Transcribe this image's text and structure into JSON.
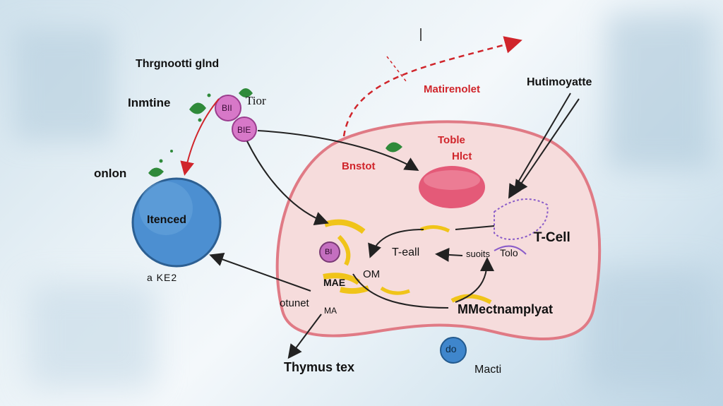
{
  "labels": {
    "thyroid": "Thrgnootti glnd",
    "immune": "Inmtine",
    "tior": "Tior",
    "onion": "onlon",
    "big_cell": "Itenced",
    "small_code": "a KE2",
    "magnoin": "Matirenolet",
    "hutin": "Hutimoyatte",
    "tobie": "Toble",
    "hict": "Hlct",
    "brstot": "Bnstot",
    "tcell_right": "T-Cell",
    "tcell_inner": "T-eall",
    "suoits": "suoits",
    "tolo": "Tolo",
    "om": "OM",
    "mae": "MAE",
    "otunet": "otunet",
    "ma": "MA",
    "mm_ect": "MMectnamplyat",
    "thymus": "Thymus tex",
    "macti": "Macti",
    "do": "do",
    "blue_dot_top": "BII",
    "blue_dot_bottom": "BIE",
    "inner_dot": "BI"
  },
  "colors": {
    "cell_fill": "#f6dcdc",
    "cell_stroke": "#e07a85",
    "blue_cell": "#4c8fd1",
    "nucleus": "#e45a78",
    "purple_dot": "#d778c8",
    "yellow": "#f0c419",
    "red_arrow": "#d0252b"
  }
}
